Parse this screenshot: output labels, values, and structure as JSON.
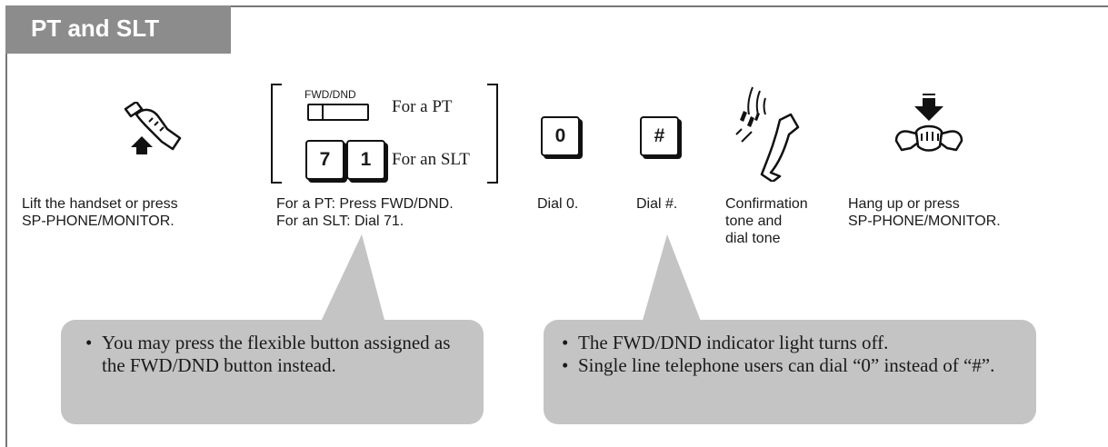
{
  "section": {
    "title": "PT and SLT"
  },
  "steps": {
    "lift": {
      "label_lines": [
        "Lift the handset or press",
        "SP-PHONE/MONITOR."
      ]
    },
    "fwd": {
      "button_caption": "FWD/DND",
      "pt_text": "For a PT",
      "keys": [
        "7",
        "1"
      ],
      "slt_text": "For an SLT",
      "label_lines": [
        "For a PT: Press FWD/DND.",
        "For an SLT: Dial 71."
      ]
    },
    "dial0": {
      "key": "0",
      "label": "Dial 0."
    },
    "dialhash": {
      "key": "#",
      "label": "Dial #."
    },
    "confirm": {
      "label_lines": [
        "Confirmation",
        "tone and",
        "dial tone"
      ]
    },
    "hangup": {
      "label_lines": [
        "Hang up or press",
        "SP-PHONE/MONITOR."
      ]
    }
  },
  "notes": {
    "left": [
      "You may press the flexible button assigned as the FWD/DND button instead."
    ],
    "right": [
      "The FWD/DND indicator light turns off.",
      "Single line telephone users can dial “0” instead of “#”."
    ]
  },
  "colors": {
    "tab": "#8c8c8c",
    "note": "#c4c4c4",
    "frame": "#777777"
  }
}
